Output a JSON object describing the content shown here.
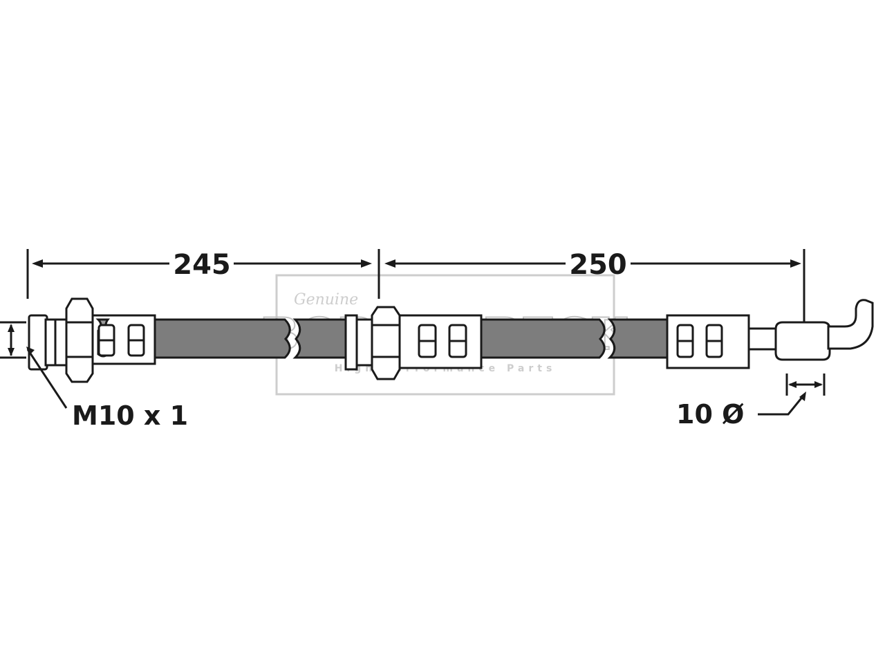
{
  "dimensions": {
    "left_length": "245",
    "right_length": "250"
  },
  "labels": {
    "thread": "M10 x 1",
    "diameter": "10 Ø"
  },
  "watermark": {
    "script": "Genuine",
    "brand": "BORG & BECK",
    "tagline": "High Performance Parts"
  },
  "colors": {
    "line": "#1a1a1a",
    "hose_fill": "#7d7d7d",
    "fitting_fill": "#ffffff",
    "watermark": "#bdbdbd"
  }
}
